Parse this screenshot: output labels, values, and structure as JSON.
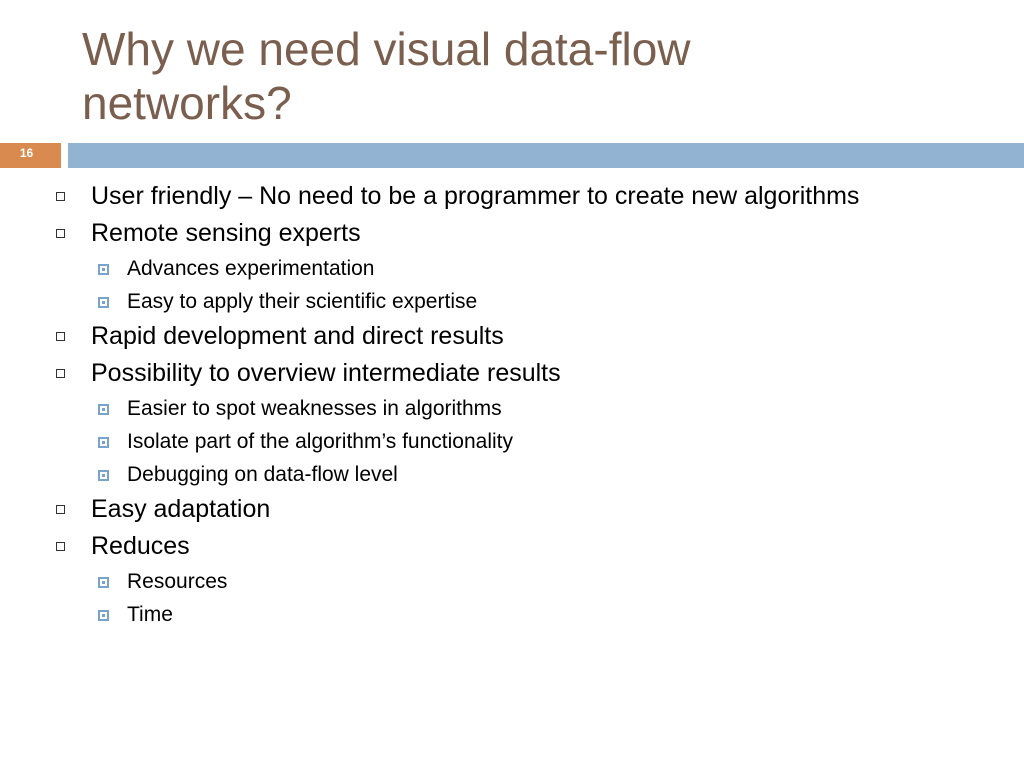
{
  "slide": {
    "title_lines": [
      "Why we need visual data-flow",
      "networks?"
    ],
    "number": "16",
    "colors": {
      "title": "#7a5f4f",
      "number_box": "#d98a4f",
      "header_bar": "#92b4d2",
      "sub_bullet": "#7aa3c9"
    }
  },
  "bullets": [
    {
      "level": 1,
      "text": "User friendly – No need to be a programmer to create new algorithms"
    },
    {
      "level": 1,
      "text": "Remote sensing experts"
    },
    {
      "level": 2,
      "text": "Advances experimentation"
    },
    {
      "level": 2,
      "text": "Easy to apply their scientific expertise"
    },
    {
      "level": 1,
      "text": "Rapid development and direct results"
    },
    {
      "level": 1,
      "text": "Possibility to overview intermediate results"
    },
    {
      "level": 2,
      "text": "Easier to spot weaknesses in algorithms"
    },
    {
      "level": 2,
      "text": "Isolate part of the algorithm’s functionality"
    },
    {
      "level": 2,
      "text": "Debugging on data-flow level"
    },
    {
      "level": 1,
      "text": "Easy adaptation"
    },
    {
      "level": 1,
      "text": "Reduces"
    },
    {
      "level": 2,
      "text": "Resources"
    },
    {
      "level": 2,
      "text": "Time"
    }
  ]
}
